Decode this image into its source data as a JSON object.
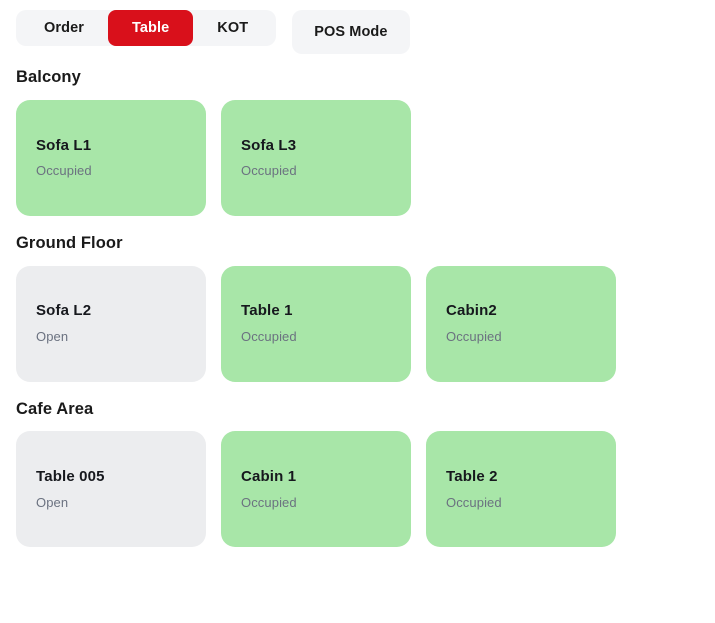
{
  "tabs": {
    "group": [
      {
        "label": "Order",
        "active": false
      },
      {
        "label": "Table",
        "active": true
      },
      {
        "label": "KOT",
        "active": false
      }
    ],
    "standalone": {
      "label": "POS Mode"
    }
  },
  "colors": {
    "accent_red": "#d9101b",
    "occupied_green": "#a8e6a8",
    "open_gray": "#ecedef",
    "tabbar_gray": "#f4f5f7",
    "status_text": "#6b7280"
  },
  "sections": [
    {
      "title": "Balcony",
      "cards": [
        {
          "name": "Sofa L1",
          "status": "Occupied",
          "state": "occupied"
        },
        {
          "name": "Sofa L3",
          "status": "Occupied",
          "state": "occupied"
        }
      ]
    },
    {
      "title": "Ground Floor",
      "cards": [
        {
          "name": "Sofa L2",
          "status": "Open",
          "state": "open"
        },
        {
          "name": "Table 1",
          "status": "Occupied",
          "state": "occupied"
        },
        {
          "name": "Cabin2",
          "status": "Occupied",
          "state": "occupied"
        }
      ]
    },
    {
      "title": "Cafe Area",
      "cards": [
        {
          "name": "Table 005",
          "status": "Open",
          "state": "open"
        },
        {
          "name": "Cabin 1",
          "status": "Occupied",
          "state": "occupied"
        },
        {
          "name": "Table 2",
          "status": "Occupied",
          "state": "occupied"
        }
      ]
    }
  ]
}
